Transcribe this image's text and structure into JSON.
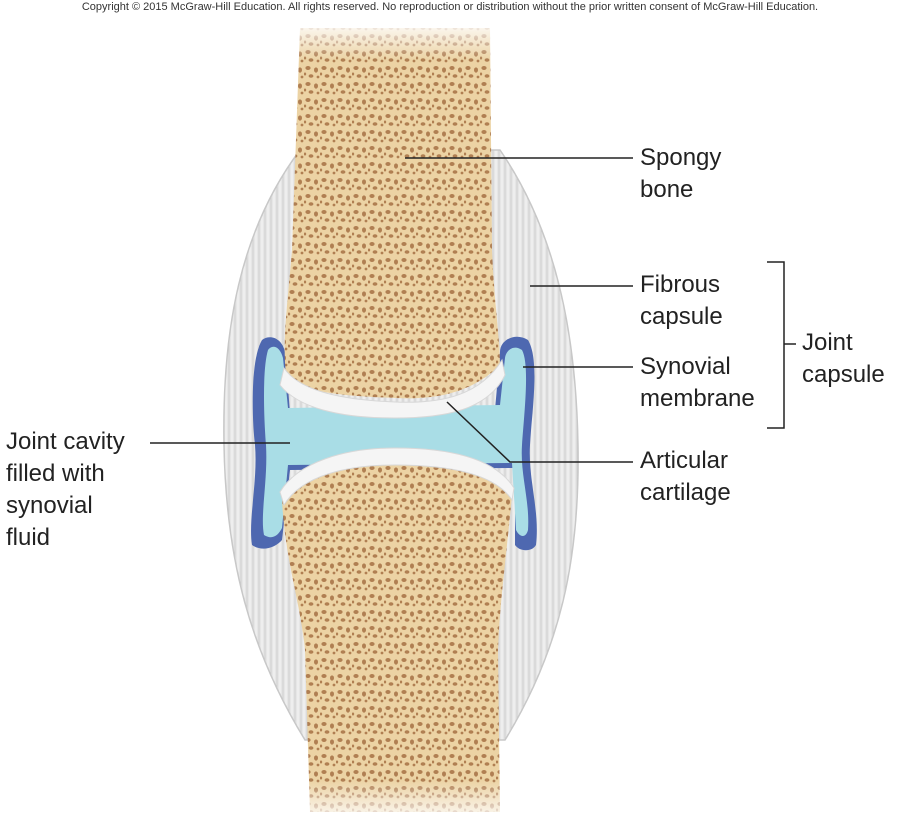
{
  "copyright": "Copyright © 2015 McGraw-Hill Education. All rights reserved. No reproduction or distribution without the prior written consent of McGraw-Hill Education.",
  "labels": {
    "spongy_bone": [
      "Spongy",
      "bone"
    ],
    "fibrous_capsule": [
      "Fibrous",
      "capsule"
    ],
    "synovial_membrane": [
      "Synovial",
      "membrane"
    ],
    "joint_capsule": [
      "Joint",
      "capsule"
    ],
    "articular_cartilage": [
      "Articular",
      "cartilage"
    ],
    "joint_cavity": [
      "Joint cavity",
      "filled with",
      "synovial",
      "fluid"
    ]
  },
  "colors": {
    "bone": "#ecd3a4",
    "bone_pore": "#b07f52",
    "cartilage": "#f4f4f4",
    "synovial_fluid": "#a9dde6",
    "synovial_membrane": "#4e68b0",
    "fibrous_capsule": "#e3e3e3",
    "leader_line": "#222222"
  }
}
